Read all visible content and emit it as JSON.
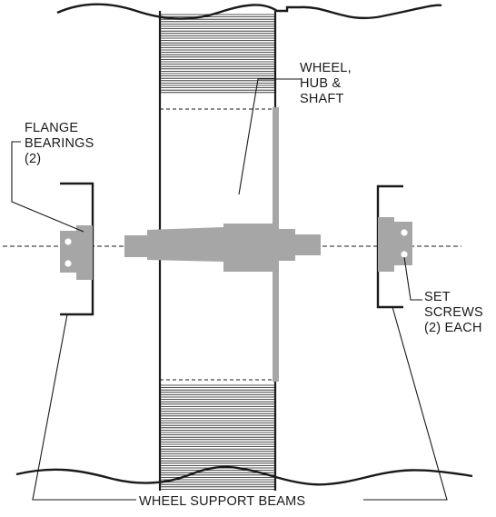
{
  "labels": {
    "wheel": [
      "WHEEL,",
      "HUB &",
      "SHAFT"
    ],
    "flange": [
      "FLANGE",
      "BEARINGS",
      "(2)"
    ],
    "set_screws": [
      "SET",
      "SCREWS",
      "(2) EACH"
    ],
    "support_beams": "WHEEL SUPPORT BEAMS"
  },
  "colors": {
    "line": "#1a1a1a",
    "part_fill": "#a6a6a6",
    "background": "#ffffff"
  }
}
